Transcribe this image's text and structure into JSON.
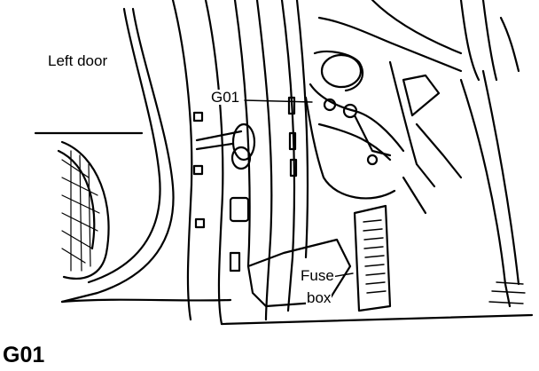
{
  "labels": {
    "left_door": "Left door",
    "ground_point": "G01",
    "fuse_line1": "Fuse",
    "fuse_line2": "box"
  },
  "caption": "G01",
  "colors": {
    "ink": "#000000",
    "paper": "#ffffff"
  }
}
